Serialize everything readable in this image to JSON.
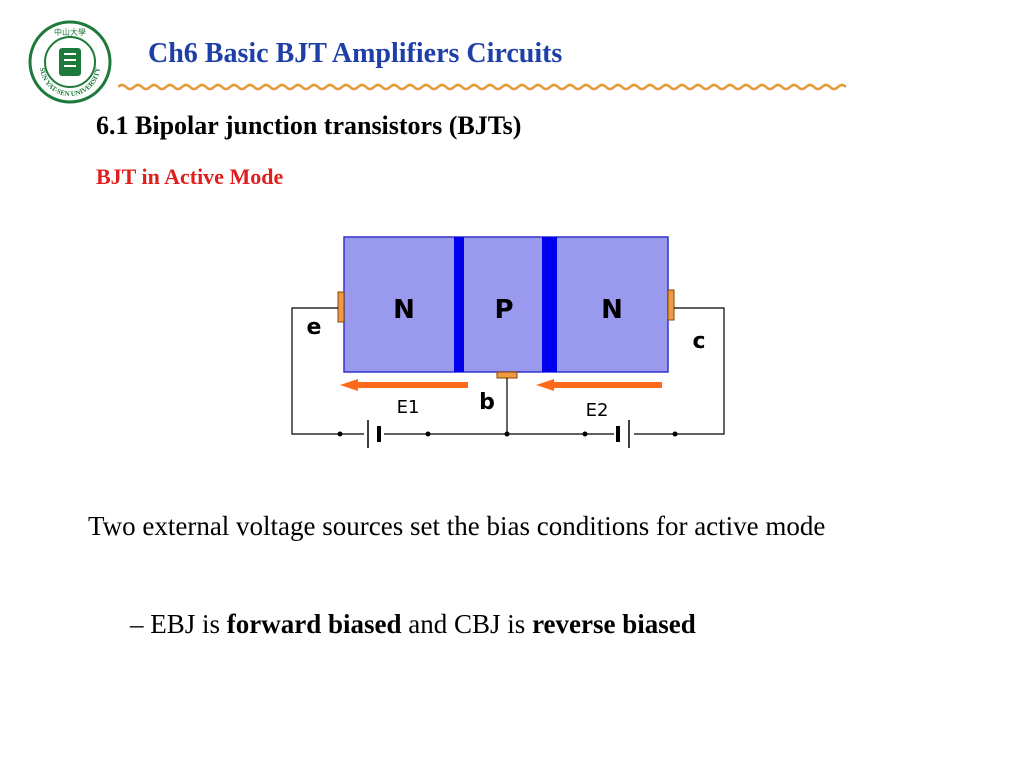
{
  "header": {
    "title": "Ch6 Basic BJT Amplifiers Circuits",
    "logo_text": "SUN YAT-SEN UNIVERSITY",
    "logo_chars": "中山大學"
  },
  "content": {
    "section_heading": "6.1 Bipolar junction transistors (BJTs)",
    "subheading": "BJT in Active Mode",
    "paragraph": "Two external voltage sources set the bias conditions for active mode",
    "bullet": {
      "prefix": "– EBJ is ",
      "bold1": "forward biased",
      "middle": " and CBJ is ",
      "bold2": "reverse biased"
    }
  },
  "diagram": {
    "regions": [
      "N",
      "P",
      "N"
    ],
    "terminal_emitter": "e",
    "terminal_collector": "c",
    "terminal_base": "b",
    "source1": "E1",
    "source2": "E2"
  },
  "colors": {
    "title": "#1f3fa8",
    "subheading": "#e01e1e",
    "region_fill": "#9999ee",
    "junction": "#0000ee",
    "arrow": "#ff6a1a",
    "logo_green": "#1e7a3a"
  }
}
